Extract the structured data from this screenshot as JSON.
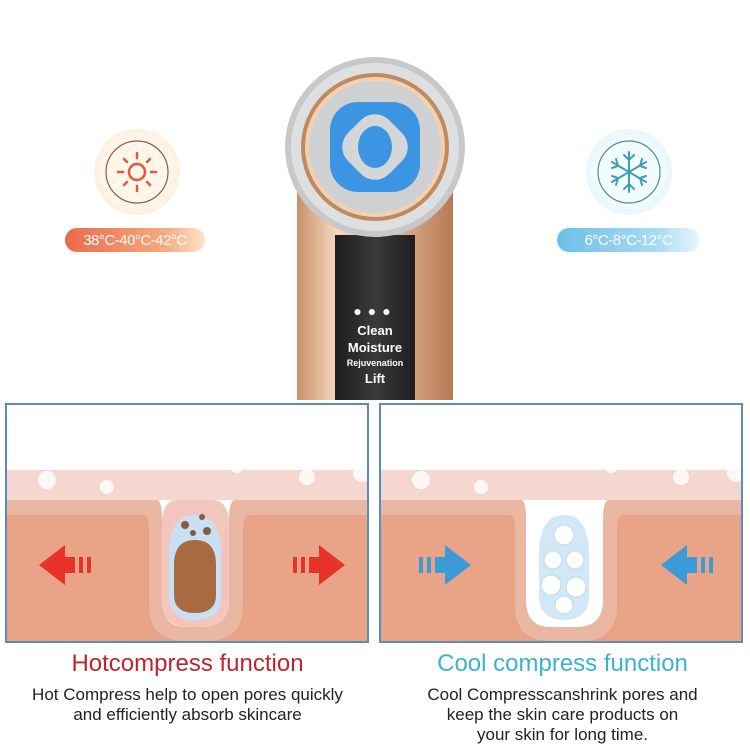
{
  "hot": {
    "temperature_label": "38°C-40°C-42°C",
    "icon": "sun-icon",
    "color": "#e8553a",
    "title": "Hotcompress function",
    "description_line1": "Hot Compress help to open pores quickly",
    "description_line2": "and efficiently absorb skincare"
  },
  "cool": {
    "temperature_label": "6°C-8°C-12°C",
    "icon": "snowflake-icon",
    "color": "#3bb3d0",
    "title": "Cool compress function",
    "description_line1": "Cool Compresscanshrink pores and",
    "description_line2": "keep the skin care products on",
    "description_line3": "your skin for long time."
  },
  "device": {
    "modes": [
      "Clean",
      "Moisture",
      "Rejuvenation",
      "Lift"
    ]
  }
}
